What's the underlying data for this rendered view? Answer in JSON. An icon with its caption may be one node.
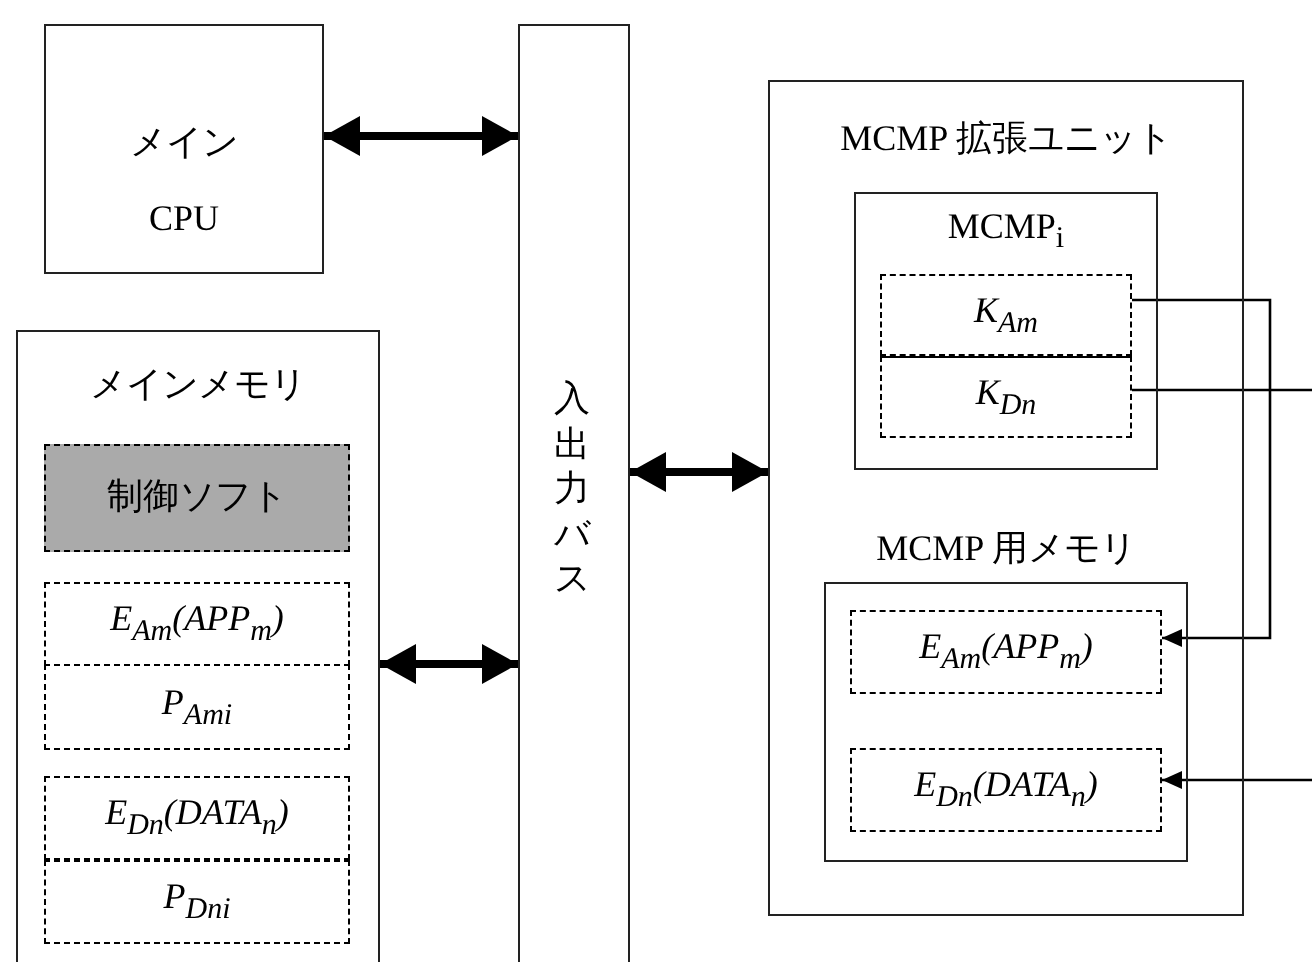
{
  "diagram": {
    "nodes": [
      {
        "text": [
          "メイン CPU"
        ]
      },
      {
        "text": [
          "入出力バス"
        ]
      },
      {
        "text": [
          "メインメモリ"
        ]
      },
      {
        "text": [
          "制御ソフト"
        ],
        "in": 2
      },
      {
        "text": [
          "E$_{Am}$(APP$_{m}$)"
        ],
        "in": 2
      },
      {
        "text": [
          "P$_{Ami}$"
        ],
        "in": 2
      },
      {
        "text": [
          "E$_{Dn}$(DATA$_{n}$)"
        ],
        "in": 2
      },
      {
        "text": [
          "P$_{Dni}$"
        ],
        "in": 2
      },
      {
        "text": [
          "MCMP 拡張ユニット"
        ]
      },
      {
        "text": [
          "MCMP$_{i}$"
        ],
        "in": 8
      },
      {
        "text": [
          "K$_{Am}$"
        ],
        "in": 9
      },
      {
        "text": [
          "K$_{Dn}$"
        ],
        "in": 9
      },
      {
        "text": [
          "MCMP 用メモリ"
        ],
        "in": 8
      },
      {
        "text": [
          "E$_{Am}$(APP$_{m}$)"
        ],
        "in": 12
      },
      {
        "text": [
          "E$_{Dn}$(DATA$_{n}$)"
        ],
        "in": 12
      }
    ],
    "edges": [
      {
        "from": 0,
        "to": 1,
        "arrow": "both",
        "style": "thick"
      },
      {
        "from": 2,
        "to": 1,
        "arrow": "both",
        "style": "thick"
      },
      {
        "from": 1,
        "to": 8,
        "arrow": "both",
        "style": "thick"
      },
      {
        "from": 10,
        "to": 13,
        "arrow": "to"
      },
      {
        "from": 11,
        "to": null,
        "arrow": "none"
      },
      {
        "from": null,
        "to": 14,
        "arrow": "to"
      }
    ]
  }
}
